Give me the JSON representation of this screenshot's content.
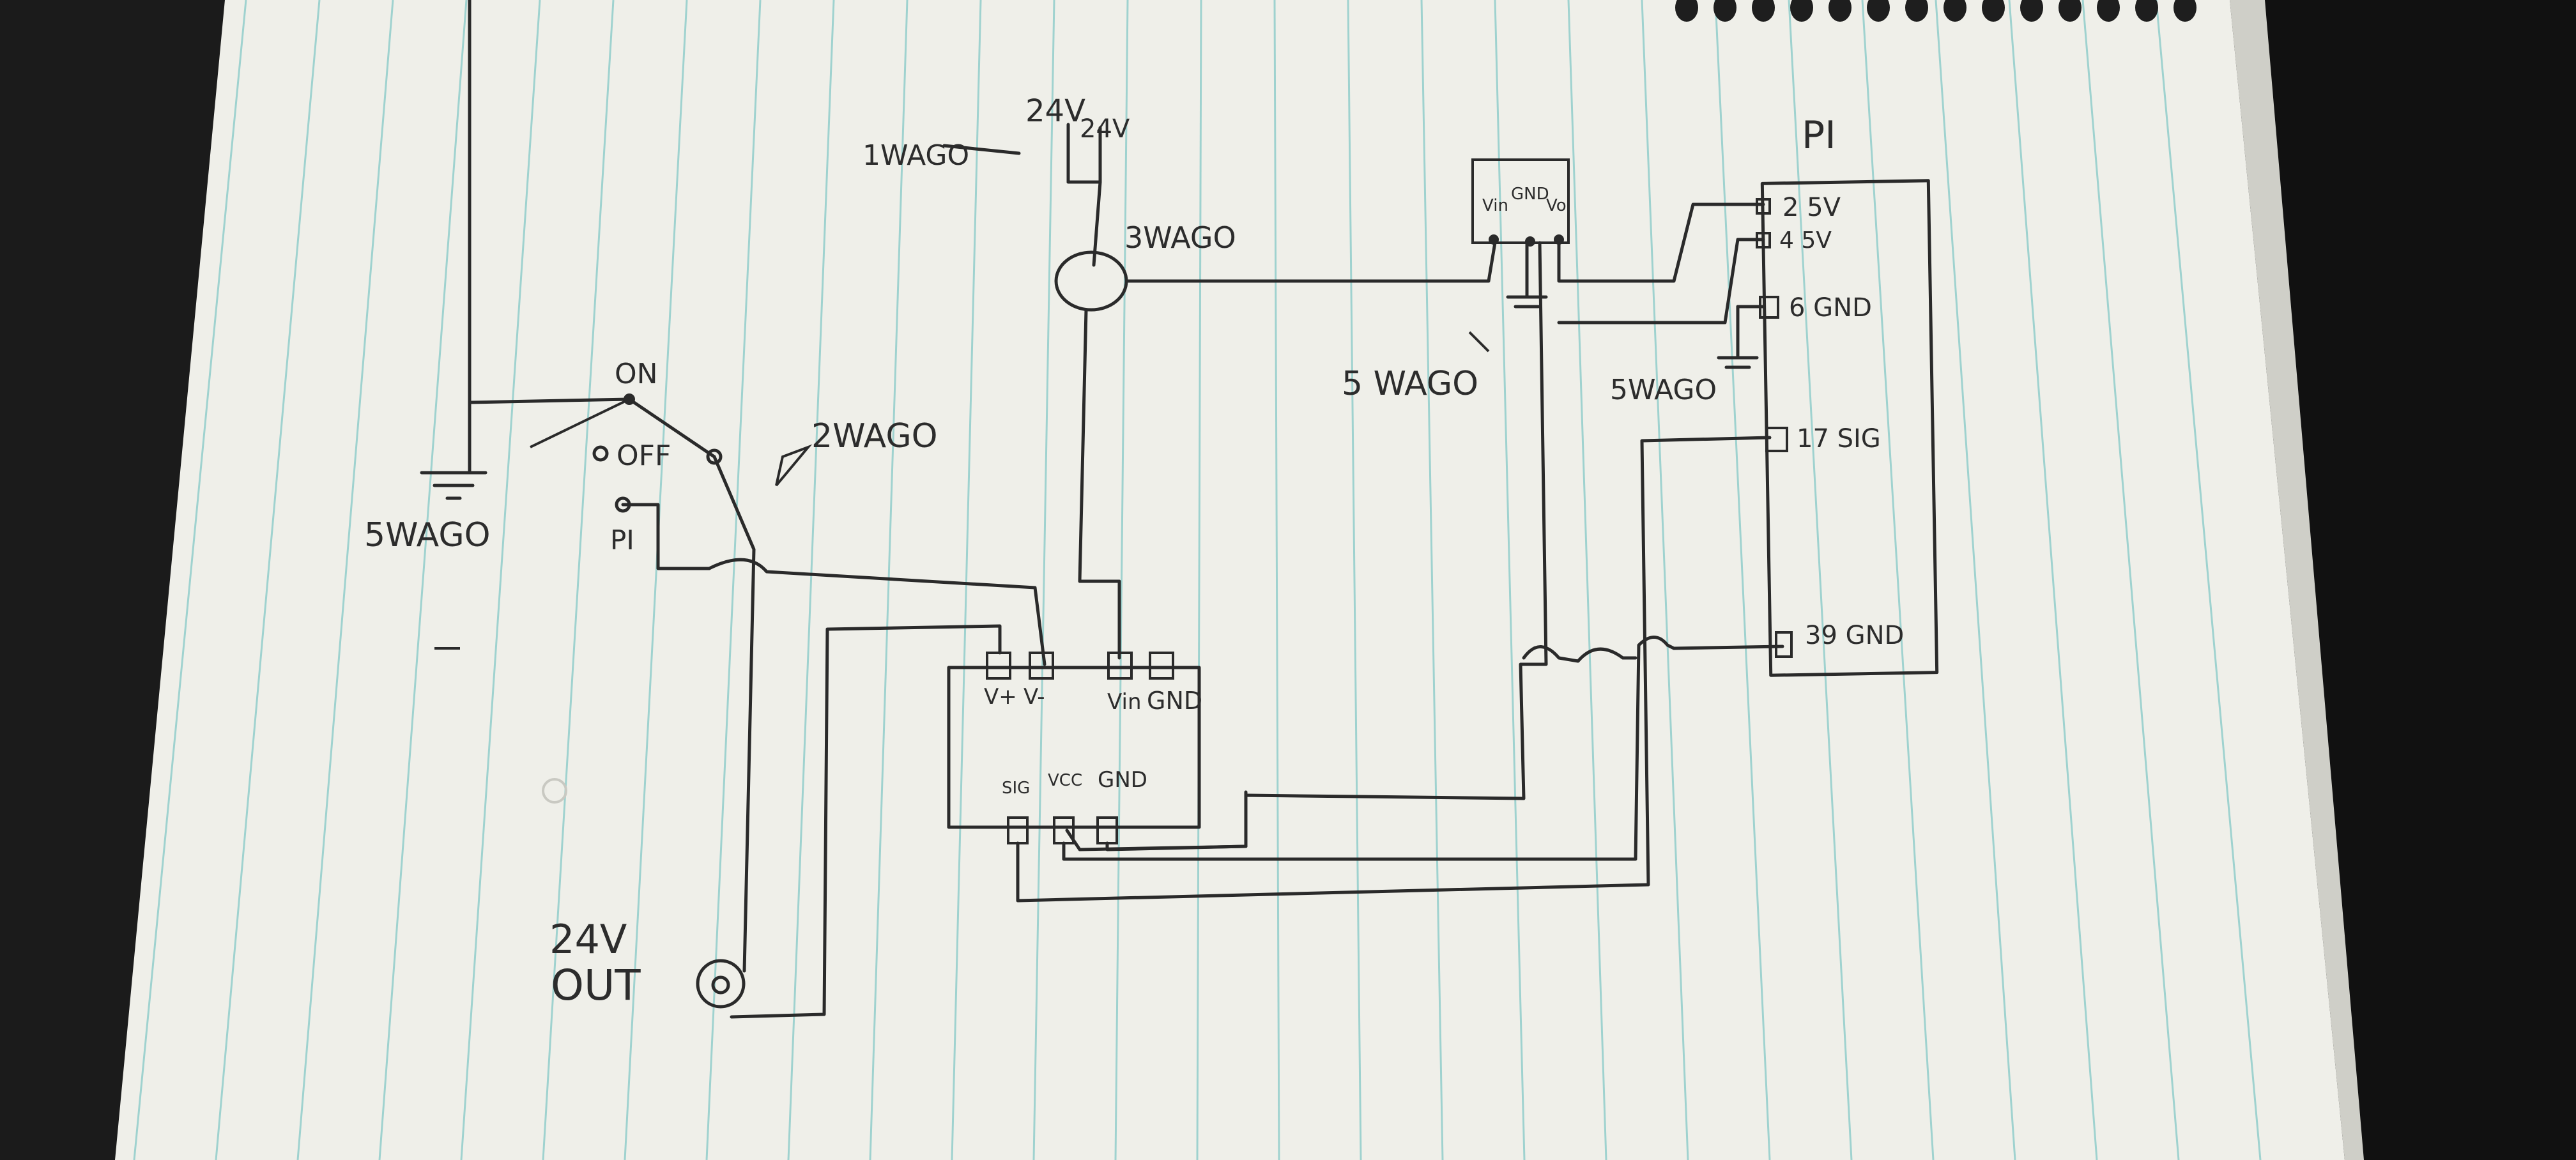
{
  "notebook": {
    "paper_color": "#efefe9",
    "rule_color": "#9fd2cf",
    "ink_color": "#2a2a2a",
    "background": "#1b1b1b"
  },
  "labels": {
    "input_wago": "1WAGO",
    "input_voltage": "24V",
    "input_voltage_2": "24V",
    "junction_wago": "3WAGO",
    "switch_on": "ON",
    "switch_off": "OFF",
    "switch_pi": "PI",
    "switch_wago": "2WAGO",
    "ground_left_wago": "5WAGO",
    "middle_wago": "5 WAGO",
    "right_wago": "5WAGO",
    "output_line1": "24V",
    "output_line2": "OUT"
  },
  "regulator": {
    "pins": [
      "Vin",
      "GND",
      "Vo"
    ]
  },
  "relay_module": {
    "top_pins": [
      "V+",
      "V-",
      "Vin",
      "GND"
    ],
    "bottom_pins": [
      "SIG",
      "VCC",
      "GND"
    ]
  },
  "pi": {
    "title": "PI",
    "pins": [
      "2 5V",
      "4 5V",
      "6 GND",
      "17 SIG",
      "39 GND"
    ]
  }
}
